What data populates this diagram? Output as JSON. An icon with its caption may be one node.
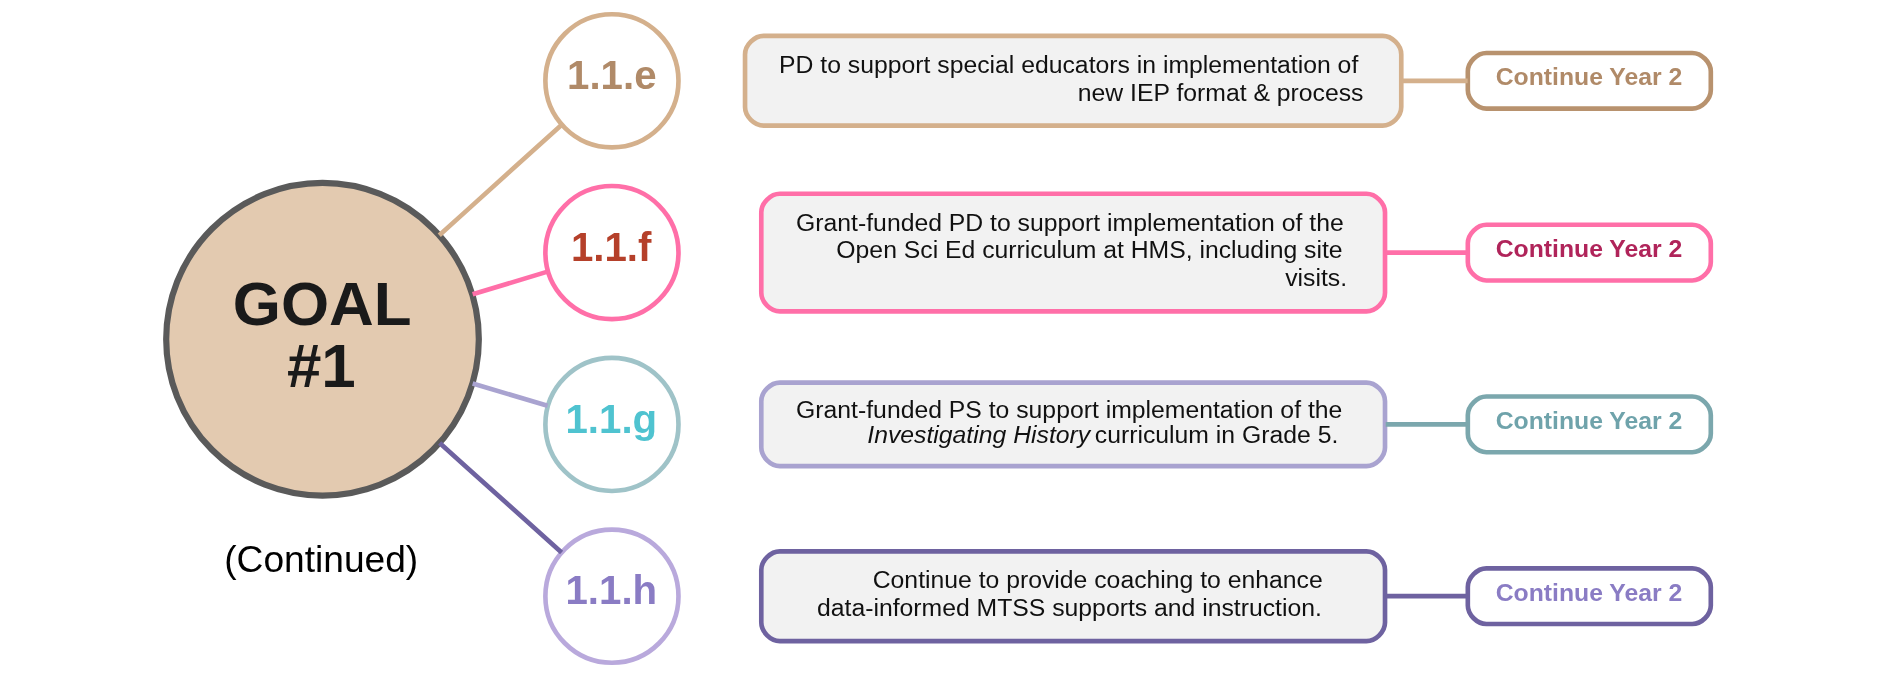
{
  "diagram": {
    "nodes": [
      {
        "text": [
          "GOAL #1"
        ],
        "beside": [
          "(Continued)"
        ]
      },
      {
        "text": [
          "1.1.e"
        ]
      },
      {
        "text": [
          "PD to support special educators in implementation of new IEP format & process"
        ]
      },
      {
        "text": [
          "Continue Year 2"
        ]
      },
      {
        "text": [
          "1.1.f"
        ]
      },
      {
        "text": [
          "Grant-funded PD to support implementation of the Open Sci Ed curriculum at HMS, including site visits."
        ]
      },
      {
        "text": [
          "Continue Year 2"
        ]
      },
      {
        "text": [
          "1.1.g"
        ]
      },
      {
        "text": [
          "Grant-funded PS to support implementation of the *Investigating History* curriculum in Grade 5."
        ]
      },
      {
        "text": [
          "Continue Year 2"
        ]
      },
      {
        "text": [
          "1.1.h"
        ]
      },
      {
        "text": [
          "Continue to provide coaching to enhance data-informed MTSS supports and instruction."
        ]
      },
      {
        "text": [
          "Continue Year 2"
        ]
      }
    ],
    "edges": [
      {
        "from": 0,
        "to": 1,
        "arrow": "none",
        "color": "#d4b08c"
      },
      {
        "from": 2,
        "to": 3,
        "arrow": "none",
        "color": "#d4b08c"
      },
      {
        "from": 0,
        "to": 4,
        "arrow": "none",
        "color": "#ff6fa8"
      },
      {
        "from": 5,
        "to": 6,
        "arrow": "none",
        "color": "#ff6fa8"
      },
      {
        "from": 0,
        "to": 7,
        "arrow": "none",
        "color": "#a9a3d0"
      },
      {
        "from": 8,
        "to": 9,
        "arrow": "none",
        "color": "#7ba7ad"
      },
      {
        "from": 0,
        "to": 10,
        "arrow": "none",
        "color": "#6e62a0"
      },
      {
        "from": 11,
        "to": 12,
        "arrow": "none",
        "color": "#6e62a0"
      }
    ]
  }
}
